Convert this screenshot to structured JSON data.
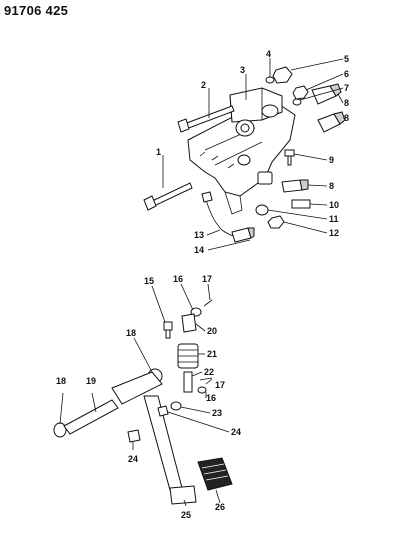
{
  "header": {
    "doc_code": "91706 425"
  },
  "callouts": {
    "c1": "1",
    "c2": "2",
    "c3": "3",
    "c4": "4",
    "c5": "5",
    "c6": "6",
    "c7": "7",
    "c8a": "8",
    "c8b": "8",
    "c8c": "8",
    "c9": "9",
    "c10": "10",
    "c11": "11",
    "c12": "12",
    "c13": "13",
    "c14": "14",
    "c15": "15",
    "c16a": "16",
    "c16b": "16",
    "c17a": "17",
    "c17b": "17",
    "c18a": "18",
    "c18b": "18",
    "c19": "19",
    "c20": "20",
    "c21": "21",
    "c22": "22",
    "c23": "23",
    "c24a": "24",
    "c24b": "24",
    "c25": "25",
    "c26": "26"
  }
}
